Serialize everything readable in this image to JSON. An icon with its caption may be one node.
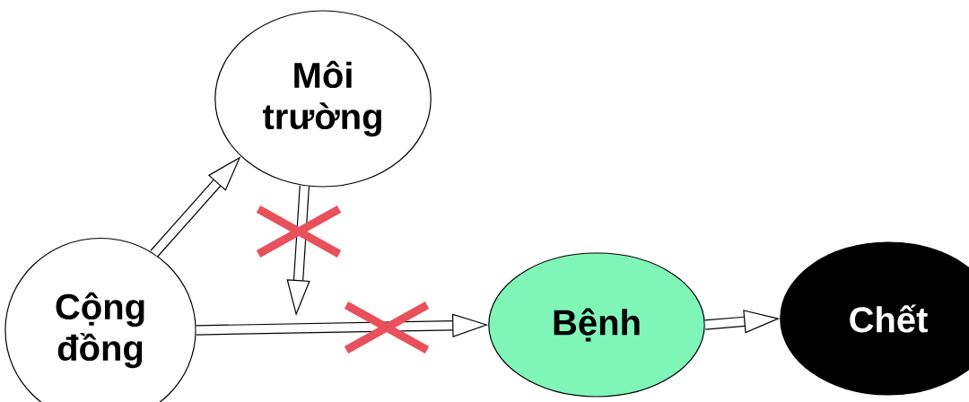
{
  "diagram": {
    "nodes": [
      {
        "text": [
          "Cộng đồng"
        ]
      },
      {
        "text": [
          "Môi trường"
        ]
      },
      {
        "text": [
          "Bệnh"
        ]
      },
      {
        "text": [
          "Chết"
        ]
      }
    ],
    "edges": [
      {
        "from": 0,
        "to": 1,
        "arrow": "to"
      },
      {
        "from": 1,
        "to": null,
        "arrow": "to"
      },
      {
        "from": 0,
        "to": 2,
        "arrow": "to"
      },
      {
        "from": 2,
        "to": 3,
        "arrow": "to"
      }
    ]
  }
}
